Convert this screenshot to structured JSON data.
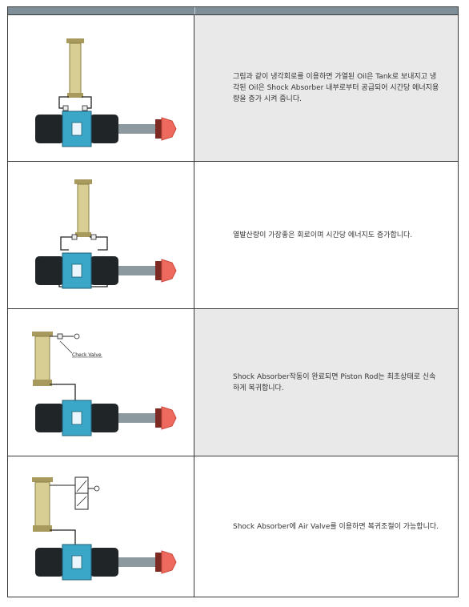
{
  "rows": [
    {
      "description": "그림과 같이 냉각회로를 이용하면 가열된 Oil은 Tank로 보내지고 냉각된 Oil은 Shock Absorber 내부로부터 공급되어 시간당 에너지용량을 증가 시켜 줍니다."
    },
    {
      "description": "열발산량이 가장좋은 회로이며 시간당 에너지도 증가합니다."
    },
    {
      "description": "Shock Absorber작동이 완료되면 Piston Rod는 최초상태로 신속하게 복귀합니다.",
      "check_valve_label": "Check Valve"
    },
    {
      "description": "Shock Absorber에 Air Valve를 이용하면 복귀조절이 가능합니다."
    }
  ],
  "colors": {
    "header": "#7f8f99",
    "shaded_row": "#e9e9e9",
    "body_blue": "#3aa6c8",
    "cushion_red": "#ef6a5e",
    "tank_gold": "#c9b877"
  }
}
